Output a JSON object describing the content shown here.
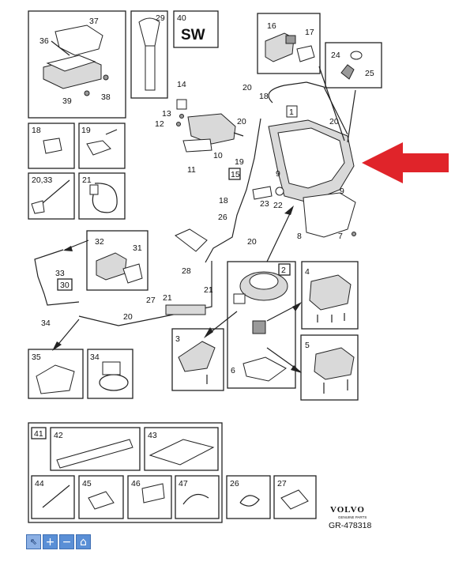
{
  "diagram": {
    "callouts": {
      "c37": "37",
      "c36": "36",
      "c39": "39",
      "c38": "38",
      "c29": "29",
      "c40": "40",
      "sw": "SW",
      "c16": "16",
      "c17": "17",
      "c24": "24",
      "c25": "25",
      "c18a": "18",
      "c19a": "19",
      "c2033": "20,33",
      "c21a": "21",
      "c14": "14",
      "c13": "13",
      "c12": "12",
      "c10": "10",
      "c11": "11",
      "c20a": "20",
      "c18b": "18",
      "c1": "1",
      "c20b": "20",
      "c20c": "20",
      "c19b": "19",
      "c15": "15",
      "c9a": "9",
      "c23": "23",
      "c22": "22",
      "c9b": "9",
      "c18c": "18",
      "c26": "26",
      "c8": "8",
      "c7": "7",
      "c20d": "20",
      "c32": "32",
      "c31": "31",
      "c28": "28",
      "c33": "33",
      "c30": "30",
      "c2": "2",
      "c4": "4",
      "c34a": "34",
      "c27a": "27",
      "c21b": "21",
      "c20e": "20",
      "c3": "3",
      "c6": "6",
      "c5": "5",
      "c35": "35",
      "c34b": "34",
      "c41": "41",
      "c42": "42",
      "c43": "43",
      "c44": "44",
      "c45": "45",
      "c46": "46",
      "c47": "47",
      "c26b": "26",
      "c27b": "27"
    },
    "brand": "VOLVO",
    "brand_sub": "GENUINE PARTS",
    "ref": "GR-478318",
    "colors": {
      "arrow": "#e0242a",
      "line": "#222222"
    }
  },
  "toolbar": {
    "buttons": [
      {
        "icon": "cursor-icon",
        "glyph": "⇖"
      },
      {
        "icon": "zoom-in-icon",
        "glyph": "+"
      },
      {
        "icon": "zoom-out-icon",
        "glyph": "−"
      },
      {
        "icon": "home-icon",
        "glyph": "⌂"
      }
    ]
  }
}
